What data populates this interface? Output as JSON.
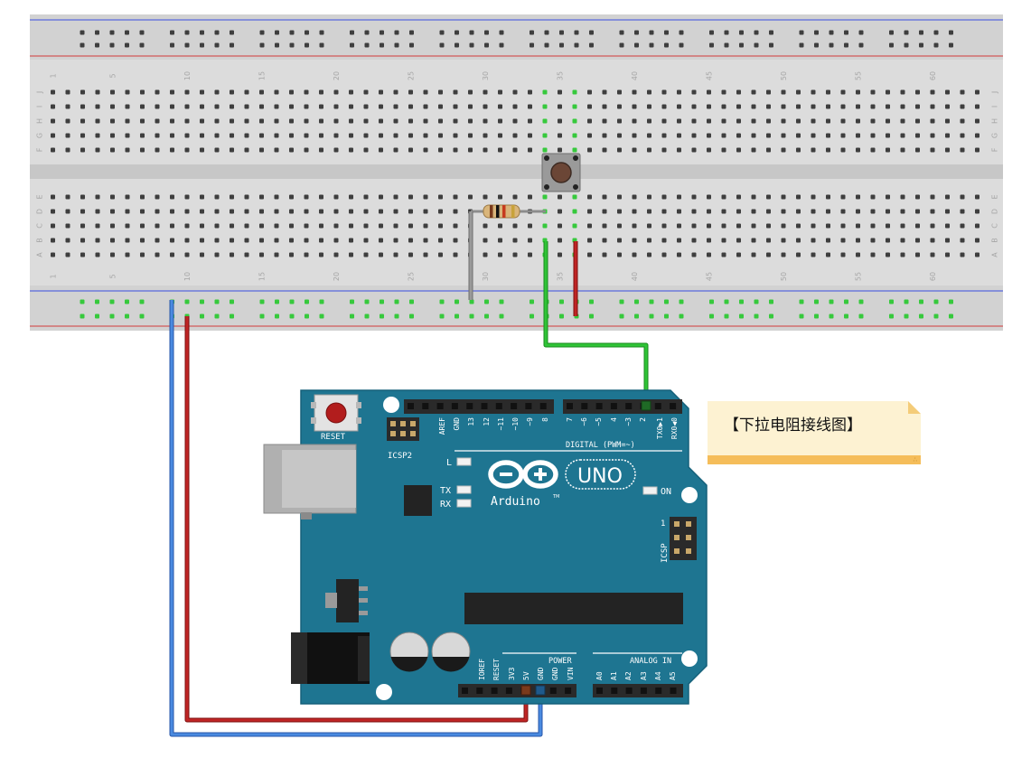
{
  "caption": {
    "text": "【下拉电阻接线图】"
  },
  "colors": {
    "board": "#1e7591",
    "breadboard": "#dcdcdc",
    "rail_blue": "#3a4ee0",
    "rail_red": "#d33b3b",
    "wire_red": "#b01e1e",
    "wire_blue": "#3c78d8",
    "wire_green": "#22b62a",
    "wire_gray": "#8c8c8c",
    "note_bg": "#fdf2d2",
    "note_bar": "#f5bd5a"
  },
  "breadboard": {
    "column_numbers": [
      "1",
      "5",
      "10",
      "15",
      "20",
      "25",
      "30",
      "35",
      "40",
      "45",
      "50",
      "55",
      "60"
    ],
    "upper_rows": [
      "J",
      "I",
      "H",
      "G",
      "F"
    ],
    "lower_rows": [
      "E",
      "D",
      "C",
      "B",
      "A"
    ]
  },
  "arduino": {
    "reset_label": "RESET",
    "icsp2_label": "ICSP2",
    "icsp_label": "ICSP",
    "icsp_pin1": "1",
    "led_l": "L",
    "led_tx": "TX",
    "led_rx": "RX",
    "on_label": "ON",
    "brand": "Arduino",
    "tm": "TM",
    "model": "UNO",
    "digital_label": "DIGITAL (PWM=~)",
    "top_pins": [
      "AREF",
      "GND",
      "13",
      "12",
      "~11",
      "~10",
      "~9",
      "8",
      "7",
      "~6",
      "~5",
      "4",
      "~3",
      "2",
      "TX0▶1",
      "RX0◀0"
    ],
    "power_label": "POWER",
    "analog_label": "ANALOG IN",
    "bottom_pins": [
      "IOREF",
      "RESET",
      "3V3",
      "5V",
      "GND",
      "GND",
      "VIN",
      "A0",
      "A1",
      "A2",
      "A3",
      "A4",
      "A5"
    ]
  }
}
